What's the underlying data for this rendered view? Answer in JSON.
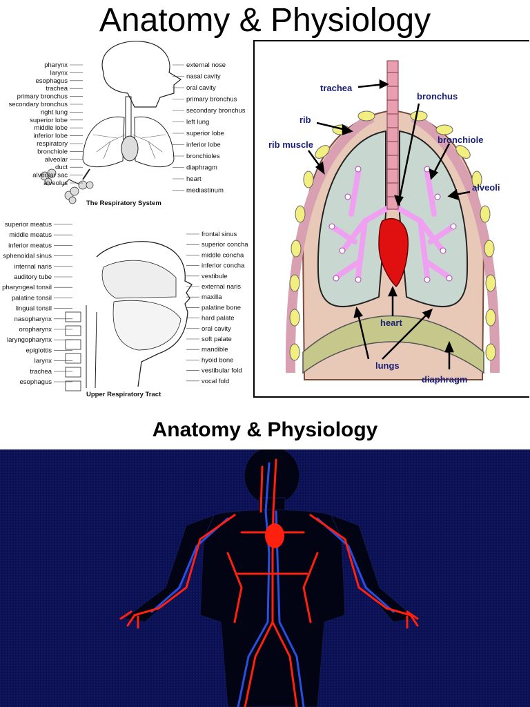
{
  "title": "Anatomy & Physiology",
  "subtitle": "Anatomy & Physiology",
  "respiratory": {
    "caption": "The Respiratory System",
    "left": [
      "pharynx",
      "larynx",
      "esophagus",
      "trachea",
      "primary bronchus",
      "secondary bronchus",
      "right lung",
      "superior lobe",
      "middle lobe",
      "inferior lobe",
      "respiratory",
      "bronchiole",
      "alveolar",
      "duct",
      "alveolar sac",
      "alveolus"
    ],
    "right": [
      "external nose",
      "nasal cavity",
      "oral cavity",
      "primary bronchus",
      "secondary bronchus",
      "left lung",
      "superior lobe",
      "inferior lobe",
      "bronchioles",
      "diaphragm",
      "heart",
      "mediastinum"
    ]
  },
  "upper": {
    "caption": "Upper Respiratory Tract",
    "left": [
      "superior meatus",
      "middle meatus",
      "inferior meatus",
      "sphenoidal sinus",
      "internal naris",
      "auditory tube",
      "pharyngeal tonsil",
      "palatine tonsil",
      "lingual tonsil",
      "nasopharynx",
      "oropharynx",
      "laryngopharynx",
      "epiglottis",
      "larynx",
      "trachea",
      "esophagus"
    ],
    "right": [
      "frontal sinus",
      "superior concha",
      "middle concha",
      "inferior concha",
      "vestibule",
      "external naris",
      "maxilla",
      "palatine bone",
      "hard palate",
      "oral cavity",
      "soft palate",
      "mandible",
      "hyoid bone",
      "vestibular fold",
      "vocal fold"
    ]
  },
  "lungs": {
    "trachea": "trachea",
    "bronchus": "bronchus",
    "rib": "rib",
    "bronchiole": "bronchiole",
    "rib_muscle": "rib muscle",
    "alveoli": "alveoli",
    "heart": "heart",
    "lungs": "lungs",
    "diaphragm": "diaphragm"
  },
  "colors": {
    "label_blue": "#1a1f78",
    "heart_red": "#e01010",
    "lung_fill": "#c8d8d0",
    "bronchi_pink": "#f0a0f0",
    "artery_red": "#ff2010",
    "vein_blue": "#2a4fe0",
    "background_navy": "#0b1150"
  }
}
